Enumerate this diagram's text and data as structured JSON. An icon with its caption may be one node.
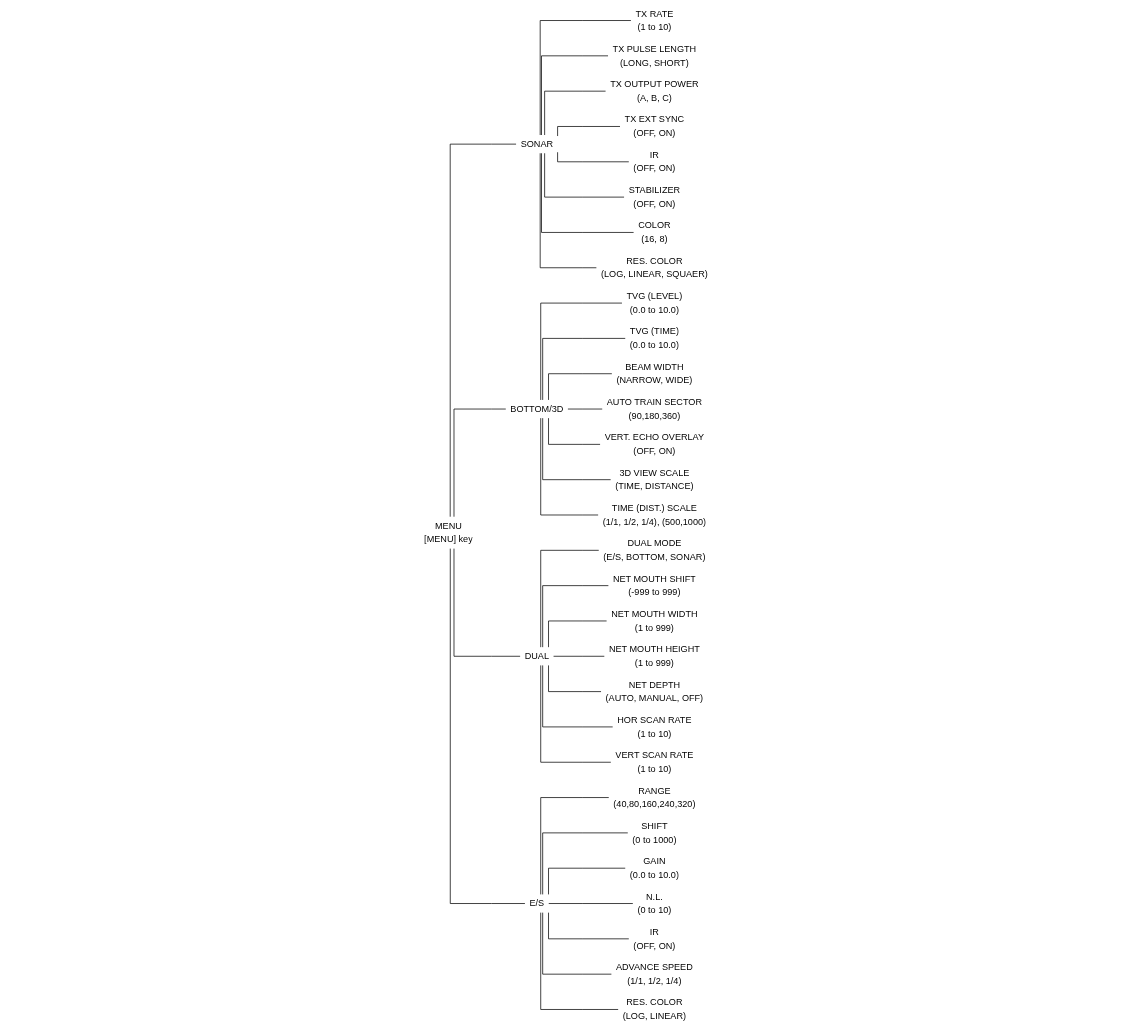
{
  "diagram": {
    "nodes": [
      {
        "text": [
          "MENU"
        ],
        "beside": [
          "[MENU] key"
        ]
      },
      {
        "text": [
          "SONAR"
        ]
      },
      {
        "text": [
          "TX RATE"
        ],
        "beside": [
          "(1 to 10)"
        ]
      },
      {
        "text": [
          "TX PULSE LENGTH"
        ],
        "beside": [
          "(LONG, SHORT)"
        ]
      },
      {
        "text": [
          "TX OUTPUT POWER"
        ],
        "beside": [
          "(A, B, C)"
        ]
      },
      {
        "text": [
          "TX EXT SYNC"
        ],
        "beside": [
          "(OFF, ON)"
        ]
      },
      {
        "text": [
          "IR"
        ],
        "beside": [
          "(OFF, ON)"
        ]
      },
      {
        "text": [
          "STABILIZER"
        ],
        "beside": [
          "(OFF, ON)"
        ]
      },
      {
        "text": [
          "COLOR"
        ],
        "beside": [
          "(16, 8)"
        ]
      },
      {
        "text": [
          "RES. COLOR"
        ],
        "beside": [
          "(LOG, LINEAR, SQUAER)"
        ]
      },
      {
        "text": [
          "BOTTOM/3D"
        ]
      },
      {
        "text": [
          "TVG (LEVEL)"
        ],
        "beside": [
          "(0.0 to 10.0)"
        ]
      },
      {
        "text": [
          "TVG (TIME)"
        ],
        "beside": [
          "(0.0 to 10.0)"
        ]
      },
      {
        "text": [
          "BEAM WIDTH"
        ],
        "beside": [
          "(NARROW, WIDE)"
        ]
      },
      {
        "text": [
          "AUTO TRAIN SECTOR"
        ],
        "beside": [
          "(90,180,360)"
        ]
      },
      {
        "text": [
          "VERT. ECHO OVERLAY"
        ],
        "beside": [
          "(OFF, ON)"
        ]
      },
      {
        "text": [
          "3D VIEW SCALE"
        ],
        "beside": [
          "(TIME, DISTANCE)"
        ]
      },
      {
        "text": [
          "TIME (DIST.) SCALE"
        ],
        "beside": [
          "(1/1, 1/2, 1/4), (500,1000)"
        ]
      },
      {
        "text": [
          "DUAL"
        ]
      },
      {
        "text": [
          "DUAL MODE"
        ],
        "beside": [
          "(E/S, BOTTOM, SONAR)"
        ]
      },
      {
        "text": [
          "NET MOUTH SHIFT"
        ],
        "beside": [
          "(-999 to 999)"
        ]
      },
      {
        "text": [
          "NET MOUTH WIDTH"
        ],
        "beside": [
          "(1 to 999)"
        ]
      },
      {
        "text": [
          "NET MOUTH HEIGHT"
        ],
        "beside": [
          "(1 to 999)"
        ]
      },
      {
        "text": [
          "NET DEPTH"
        ],
        "beside": [
          "(AUTO, MANUAL, OFF)"
        ]
      },
      {
        "text": [
          "HOR SCAN RATE"
        ],
        "beside": [
          "(1 to 10)"
        ]
      },
      {
        "text": [
          "VERT SCAN RATE"
        ],
        "beside": [
          "(1 to 10)"
        ]
      },
      {
        "text": [
          "E/S"
        ]
      },
      {
        "text": [
          "RANGE"
        ],
        "beside": [
          "(40,80,160,240,320)"
        ]
      },
      {
        "text": [
          "SHIFT"
        ],
        "beside": [
          "(0 to 1000)"
        ]
      },
      {
        "text": [
          "GAIN"
        ],
        "beside": [
          "(0.0 to 10.0)"
        ]
      },
      {
        "text": [
          "N.L."
        ],
        "beside": [
          "(0 to 10)"
        ]
      },
      {
        "text": [
          "IR"
        ],
        "beside": [
          "(OFF, ON)"
        ]
      },
      {
        "text": [
          "ADVANCE SPEED"
        ],
        "beside": [
          "(1/1, 1/2, 1/4)"
        ]
      },
      {
        "text": [
          "RES. COLOR"
        ],
        "beside": [
          "(LOG, LINEAR)"
        ]
      }
    ],
    "edges": [
      {
        "from": 0,
        "to": 1,
        "arrow": "none"
      },
      {
        "from": 0,
        "to": 10,
        "arrow": "none"
      },
      {
        "from": 0,
        "to": 18,
        "arrow": "none"
      },
      {
        "from": 0,
        "to": 26,
        "arrow": "none"
      },
      {
        "from": 1,
        "to": 2,
        "arrow": "none"
      },
      {
        "from": 1,
        "to": 3,
        "arrow": "none"
      },
      {
        "from": 1,
        "to": 4,
        "arrow": "none"
      },
      {
        "from": 1,
        "to": 5,
        "arrow": "none"
      },
      {
        "from": 1,
        "to": 6,
        "arrow": "none"
      },
      {
        "from": 1,
        "to": 7,
        "arrow": "none"
      },
      {
        "from": 1,
        "to": 8,
        "arrow": "none"
      },
      {
        "from": 1,
        "to": 9,
        "arrow": "none"
      },
      {
        "from": 10,
        "to": 11,
        "arrow": "none"
      },
      {
        "from": 10,
        "to": 12,
        "arrow": "none"
      },
      {
        "from": 10,
        "to": 13,
        "arrow": "none"
      },
      {
        "from": 10,
        "to": 14,
        "arrow": "none"
      },
      {
        "from": 10,
        "to": 15,
        "arrow": "none"
      },
      {
        "from": 10,
        "to": 16,
        "arrow": "none"
      },
      {
        "from": 10,
        "to": 17,
        "arrow": "none"
      },
      {
        "from": 18,
        "to": 19,
        "arrow": "none"
      },
      {
        "from": 18,
        "to": 20,
        "arrow": "none"
      },
      {
        "from": 18,
        "to": 21,
        "arrow": "none"
      },
      {
        "from": 18,
        "to": 22,
        "arrow": "none"
      },
      {
        "from": 18,
        "to": 23,
        "arrow": "none"
      },
      {
        "from": 18,
        "to": 24,
        "arrow": "none"
      },
      {
        "from": 18,
        "to": 25,
        "arrow": "none"
      },
      {
        "from": 26,
        "to": 27,
        "arrow": "none"
      },
      {
        "from": 26,
        "to": 28,
        "arrow": "none"
      },
      {
        "from": 26,
        "to": 29,
        "arrow": "none"
      },
      {
        "from": 26,
        "to": 30,
        "arrow": "none"
      },
      {
        "from": 26,
        "to": 31,
        "arrow": "none"
      },
      {
        "from": 26,
        "to": 32,
        "arrow": "none"
      },
      {
        "from": 26,
        "to": 33,
        "arrow": "none"
      }
    ]
  }
}
